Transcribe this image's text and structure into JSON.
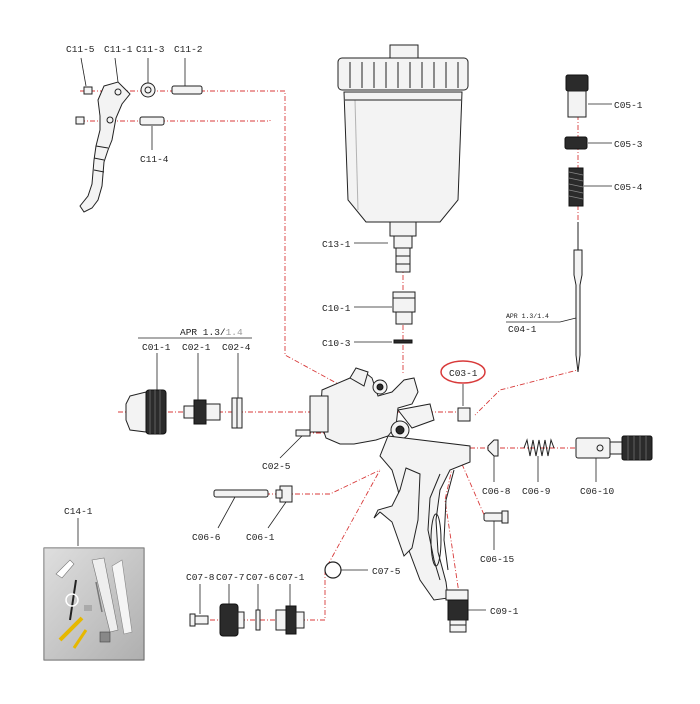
{
  "diagram": {
    "labels": {
      "c11_5": "C11-5",
      "c11_1": "C11-1",
      "c11_3": "C11-3",
      "c11_2": "C11-2",
      "c11_4": "C11-4",
      "c13_1": "C13-1",
      "c10_1": "C10-1",
      "c10_3": "C10-3",
      "c05_1": "C05-1",
      "c05_3": "C05-3",
      "c05_4": "C05-4",
      "c04_1": "C04-1",
      "c04_1_spec": "APR 1.3/1.4",
      "apr_spec_main": "APR 1.3/",
      "apr_spec_alt": "1.4",
      "c01_1": "C01-1",
      "c02_1": "C02-1",
      "c02_4": "C02-4",
      "c03_1": "C03-1",
      "c02_5": "C02-5",
      "c06_8": "C06-8",
      "c06_9": "C06-9",
      "c06_10": "C06-10",
      "c06_6": "C06-6",
      "c06_1": "C06-1",
      "c06_15": "C06-15",
      "c07_5": "C07-5",
      "c07_8": "C07-8",
      "c07_7": "C07-7",
      "c07_6": "C07-6",
      "c07_1": "C07-1",
      "c09_1": "C09-1",
      "c14_1": "C14-1"
    },
    "colors": {
      "guide_line": "#d83a3a",
      "outline": "#222222",
      "highlight_circle": "#d83a3a",
      "tool_kit_bg": "#c9c9c9"
    }
  }
}
